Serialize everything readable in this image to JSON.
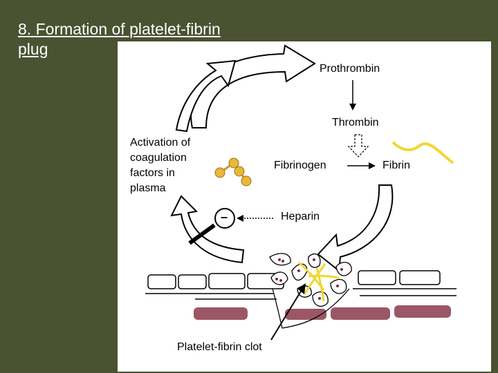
{
  "slide": {
    "title": "8. Formation of platelet-fibrin plug"
  },
  "labels": {
    "prothrombin": "Prothrombin",
    "thrombin": "Thrombin",
    "activation": "Activation of\ncoagulation\nfactors in\nplasma",
    "fibrinogen": "Fibrinogen",
    "fibrin": "Fibrin",
    "heparin": "Heparin",
    "inhibit_sign": "–",
    "clot": "Platelet-fibrin clot"
  },
  "colors": {
    "background": "#4a5232",
    "panel": "#ffffff",
    "fibrin_strand": "#f2d630",
    "factor_beads": "#e8b83a",
    "endothelial_cell": "#ffffff",
    "tissue": "#8a3a4a",
    "platelet_granule": "#7a2a4a"
  }
}
